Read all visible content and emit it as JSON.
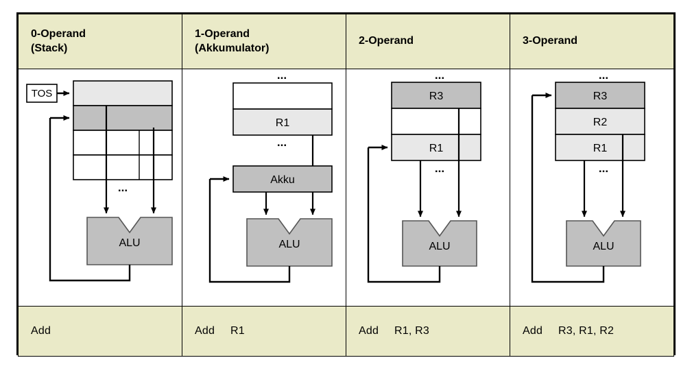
{
  "diagram": {
    "title_semantics": "operand-count-instruction-set-architectures",
    "colors": {
      "header_bg": "#eaeac8",
      "footer_bg": "#eaeac8",
      "light_gray": "#e8e8e8",
      "mid_gray": "#c0c0c0",
      "dark_gray": "#bdbdbd",
      "stroke": "#000000",
      "page_bg": "#ffffff"
    },
    "ellipsis": "...",
    "columns": [
      {
        "id": "zero-operand",
        "header_line1": "0-Operand",
        "header_line2": "(Stack)",
        "instruction": "Add",
        "instruction_mnemonic": "Add",
        "instruction_operands": "",
        "alu_label": "ALU",
        "pointer_label": "TOS",
        "cells": [
          {
            "label": "",
            "shade": "light"
          },
          {
            "label": "",
            "shade": "mid"
          },
          {
            "label": "",
            "shade": "white"
          },
          {
            "label": "",
            "shade": "white"
          }
        ]
      },
      {
        "id": "one-operand",
        "header_line1": "1-Operand",
        "header_line2": "(Akkumulator)",
        "instruction": "Add   R1",
        "instruction_mnemonic": "Add",
        "instruction_operands": "R1",
        "alu_label": "ALU",
        "accumulator_label": "Akku",
        "cells": [
          {
            "label": "",
            "shade": "white"
          },
          {
            "label": "R1",
            "shade": "light"
          }
        ]
      },
      {
        "id": "two-operand",
        "header_line1": "2-Operand",
        "header_line2": "",
        "instruction": "Add   R1, R3",
        "instruction_mnemonic": "Add",
        "instruction_operands": "R1, R3",
        "alu_label": "ALU",
        "cells": [
          {
            "label": "R3",
            "shade": "mid"
          },
          {
            "label": "",
            "shade": "white"
          },
          {
            "label": "R1",
            "shade": "light"
          }
        ]
      },
      {
        "id": "three-operand",
        "header_line1": "3-Operand",
        "header_line2": "",
        "instruction": "Add   R3, R1, R2",
        "instruction_mnemonic": "Add",
        "instruction_operands": "R3, R1, R2",
        "alu_label": "ALU",
        "cells": [
          {
            "label": "R3",
            "shade": "mid"
          },
          {
            "label": "R2",
            "shade": "light"
          },
          {
            "label": "R1",
            "shade": "light"
          }
        ]
      }
    ]
  }
}
